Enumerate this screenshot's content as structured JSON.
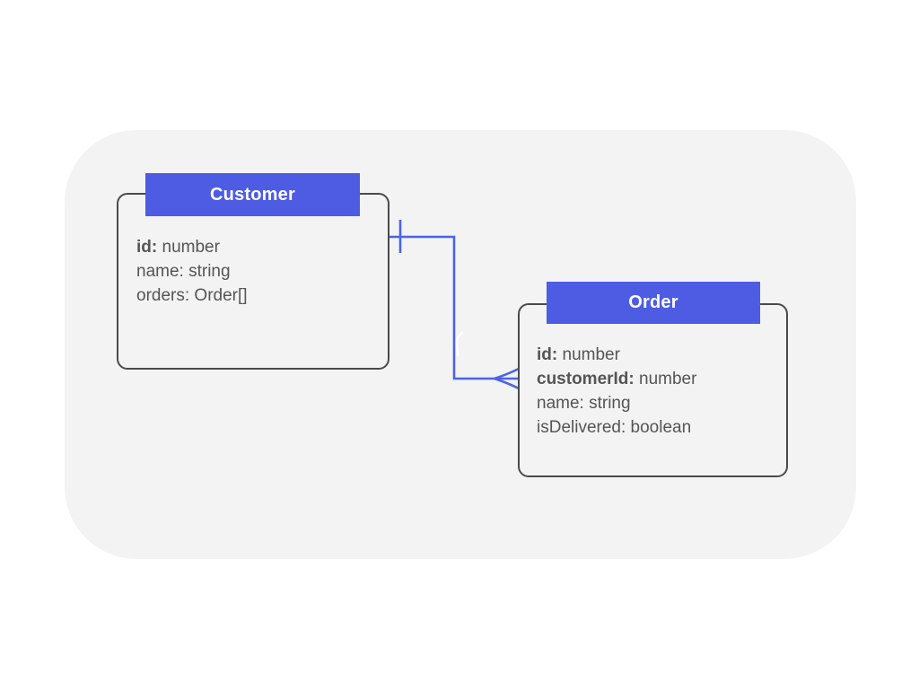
{
  "diagram": {
    "type": "entity-relationship",
    "colors": {
      "page_background": "#ffffff",
      "canvas_background": "#f2f3f2",
      "entity_header_blue": "#4d5ce2",
      "connector_blue": "#4c63e8",
      "entity_border_gray": "#4a4a4a",
      "attribute_text_gray": "#555555",
      "header_text": "#ffffff"
    }
  },
  "entities": [
    {
      "title": "Customer",
      "attributes": [
        {
          "key": "id:",
          "value": " number",
          "key_bold": true
        },
        {
          "key": "name:",
          "value": " string",
          "key_bold": false
        },
        {
          "key": "orders:",
          "value": " Order[]",
          "key_bold": false
        }
      ]
    },
    {
      "title": "Order",
      "attributes": [
        {
          "key": "id:",
          "value": " number",
          "key_bold": true
        },
        {
          "key": "customerId:",
          "value": " number",
          "key_bold": true
        },
        {
          "key": "name:",
          "value": " string",
          "key_bold": false
        },
        {
          "key": "isDelivered:",
          "value": " boolean",
          "key_bold": false
        }
      ]
    }
  ],
  "relationship": {
    "from_entity": "Customer",
    "to_entity": "Order",
    "from_marker": "one-tick",
    "to_marker": "crow-foot-many",
    "cardinality": "one-to-many"
  }
}
